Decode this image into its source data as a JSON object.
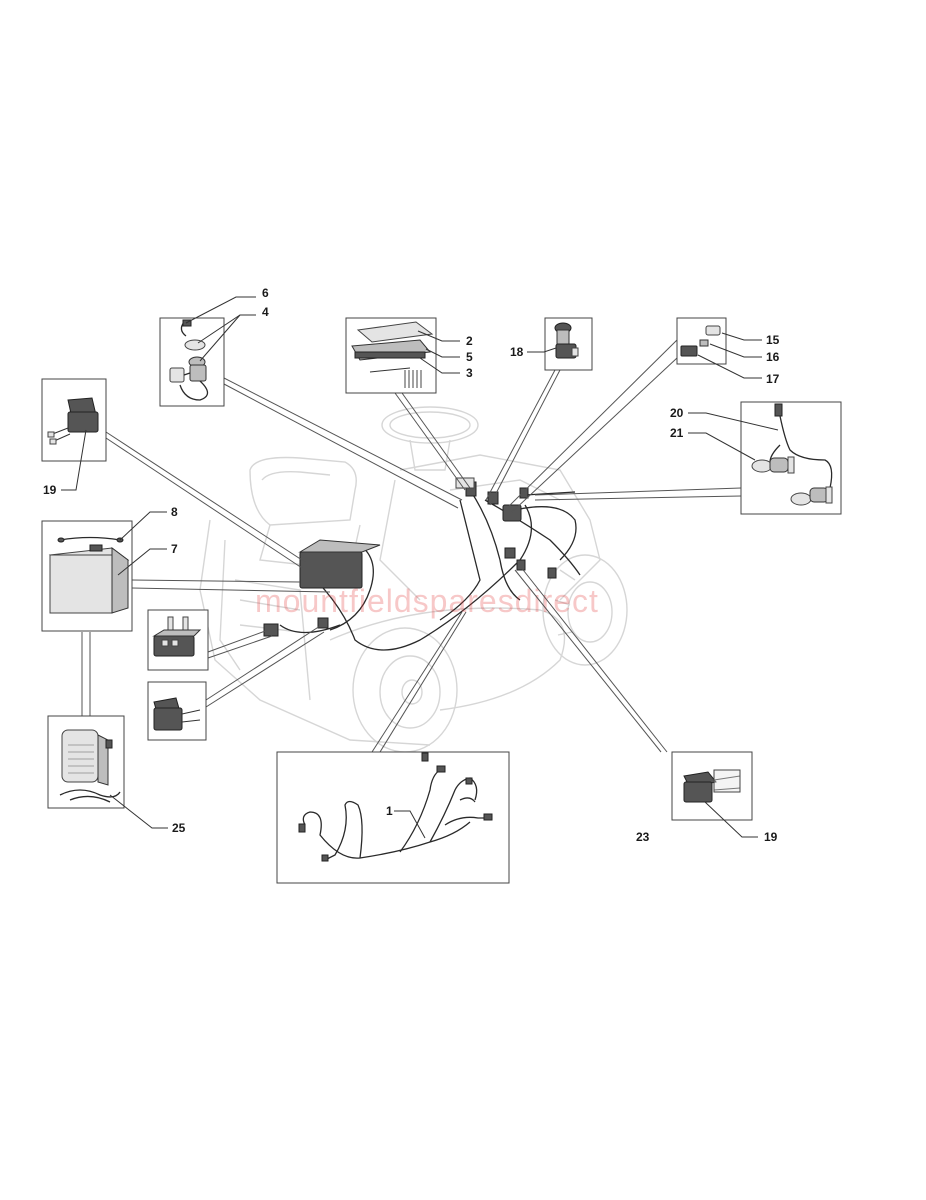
{
  "labels": {
    "l1": "1",
    "l2": "2",
    "l3": "3",
    "l4": "4",
    "l5": "5",
    "l6": "6",
    "l7": "7",
    "l8": "8",
    "l15": "15",
    "l16": "16",
    "l17": "17",
    "l18": "18",
    "l19a": "19",
    "l19b": "19",
    "l20": "20",
    "l21": "21",
    "l23": "23",
    "l25": "25"
  },
  "watermark": "mountfieldsparesdirect",
  "colors": {
    "watermark": "#e23b3b",
    "line": "#333333",
    "ghost": "#d6d6d6"
  }
}
